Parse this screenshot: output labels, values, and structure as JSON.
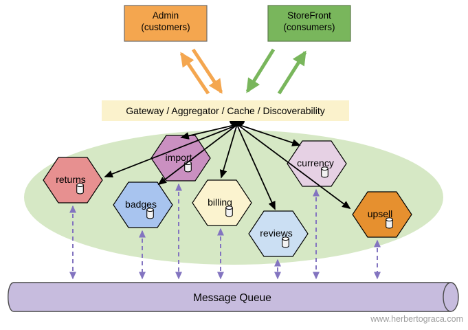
{
  "diagram": {
    "clients": {
      "admin": {
        "line1": "Admin",
        "line2": "(customers)",
        "fill": "#F4A64F"
      },
      "storefront": {
        "line1": "StoreFront",
        "line2": "(consumers)",
        "fill": "#79B65C"
      }
    },
    "gateway": {
      "label": "Gateway / Aggregator / Cache / Discoverability",
      "fill": "#FBF2CC"
    },
    "platform": {
      "fill": "#D6E8C5"
    },
    "services": [
      {
        "name": "returns",
        "fill": "#E79090"
      },
      {
        "name": "badges",
        "fill": "#A8C4EF"
      },
      {
        "name": "import",
        "fill": "#CA90C1"
      },
      {
        "name": "billing",
        "fill": "#FBF3CF"
      },
      {
        "name": "reviews",
        "fill": "#CBDFF3"
      },
      {
        "name": "currency",
        "fill": "#E6D1E4"
      },
      {
        "name": "upsell",
        "fill": "#E6902F"
      }
    ],
    "queue": {
      "label": "Message Queue",
      "fill": "#C7BCDE"
    },
    "colors": {
      "admin_arrow": "#F4A64F",
      "storefront_arrow": "#79B65C",
      "queue_link": "#8374C0",
      "fan_arrow": "#000000"
    },
    "watermark": "www.herbertograca.com"
  }
}
